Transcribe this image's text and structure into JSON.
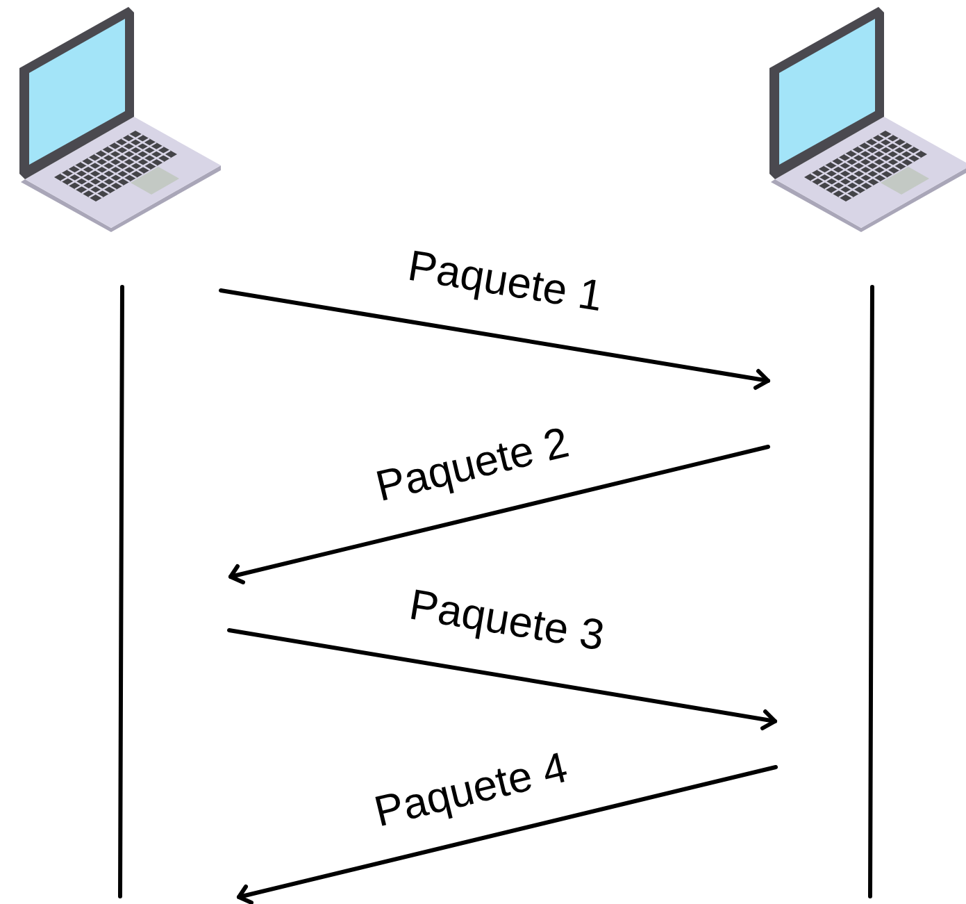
{
  "diagram": {
    "labels": [
      "Paquete 1",
      "Paquete 2",
      "Paquete 3",
      "Paquete 4"
    ]
  }
}
